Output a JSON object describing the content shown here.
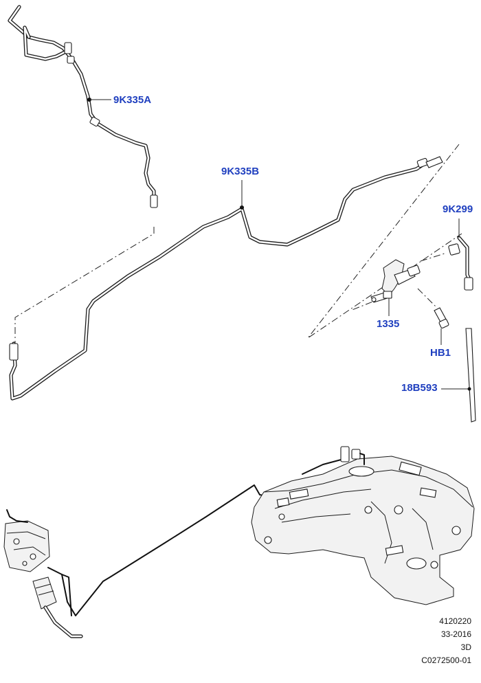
{
  "callouts": {
    "pipe_front": "9K335A",
    "pipe_rear": "9K335B",
    "connector": "9K299",
    "sender": "1335",
    "bolt": "HB1",
    "hose": "18B593"
  },
  "footer": {
    "line1": "4120220",
    "line2": "33-2016",
    "line3": "3D",
    "line4": "C0272500-01"
  },
  "colors": {
    "callout_text": "#1f3fbf",
    "line_art": "#1a1a1a"
  }
}
